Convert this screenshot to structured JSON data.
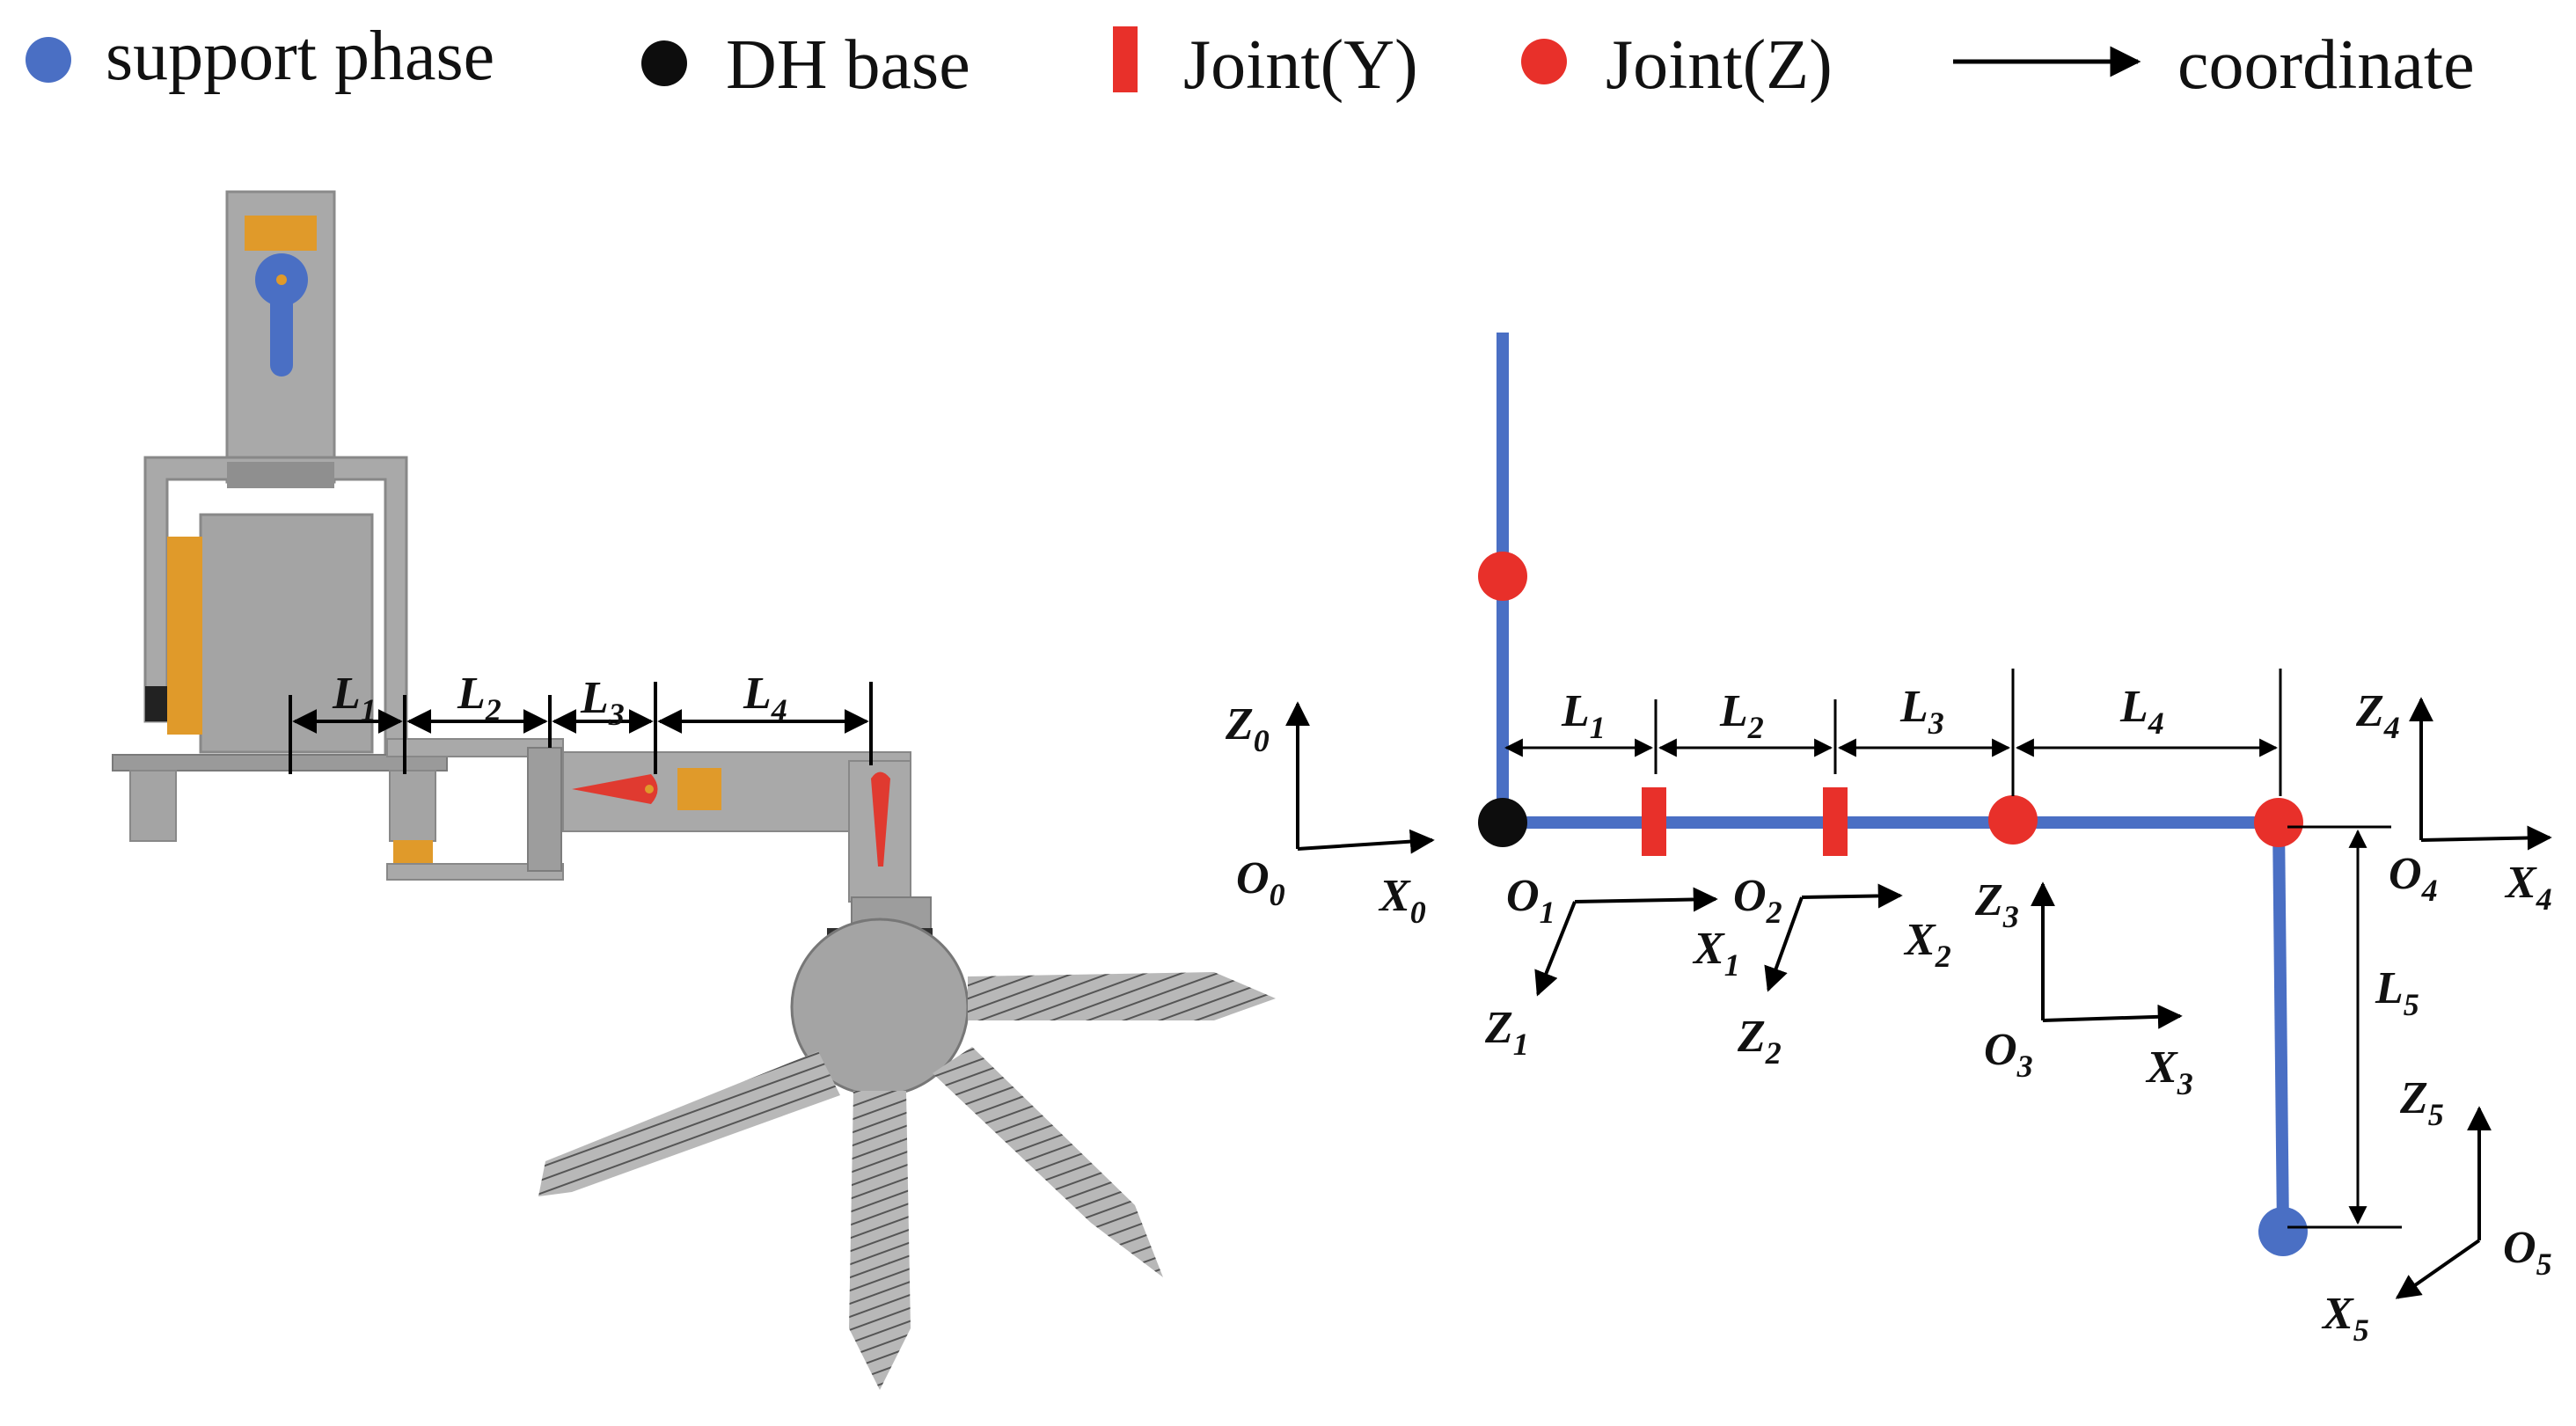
{
  "legend": {
    "support_phase": "support phase",
    "dh_base": "DH base",
    "joint_y": "Joint(Y)",
    "joint_z": "Joint(Z)",
    "coordinate": "coordinate"
  },
  "labels": {
    "L1": {
      "base": "L",
      "sub": "1"
    },
    "L2": {
      "base": "L",
      "sub": "2"
    },
    "L3": {
      "base": "L",
      "sub": "3"
    },
    "L4": {
      "base": "L",
      "sub": "4"
    },
    "L5": {
      "base": "L",
      "sub": "5"
    },
    "O0": {
      "base": "O",
      "sub": "0"
    },
    "X0": {
      "base": "X",
      "sub": "0"
    },
    "Z0": {
      "base": "Z",
      "sub": "0"
    },
    "O1": {
      "base": "O",
      "sub": "1"
    },
    "X1": {
      "base": "X",
      "sub": "1"
    },
    "Z1": {
      "base": "Z",
      "sub": "1"
    },
    "O2": {
      "base": "O",
      "sub": "2"
    },
    "X2": {
      "base": "X",
      "sub": "2"
    },
    "Z2": {
      "base": "Z",
      "sub": "2"
    },
    "O3": {
      "base": "O",
      "sub": "3"
    },
    "X3": {
      "base": "X",
      "sub": "3"
    },
    "Z3": {
      "base": "Z",
      "sub": "3"
    },
    "O4": {
      "base": "O",
      "sub": "4"
    },
    "X4": {
      "base": "X",
      "sub": "4"
    },
    "Z4": {
      "base": "Z",
      "sub": "4"
    },
    "O5": {
      "base": "O",
      "sub": "5"
    },
    "X5": {
      "base": "X",
      "sub": "5"
    },
    "Z5": {
      "base": "Z",
      "sub": "5"
    }
  },
  "colors": {
    "support_phase": "#4a6fc4",
    "dh_base": "#0d0d0d",
    "joint": "#e8302a",
    "link": "#4a6fc4",
    "robot_gray": "#a9a9a9",
    "robot_orange": "#e09a2a"
  }
}
